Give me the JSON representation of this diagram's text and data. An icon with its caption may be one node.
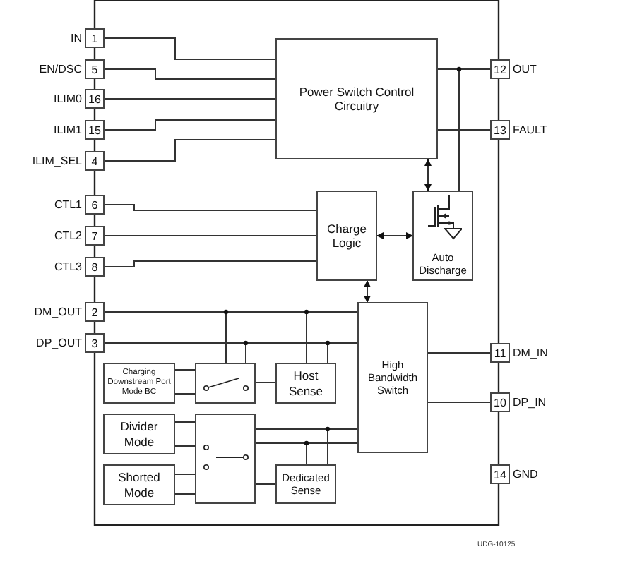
{
  "diagram": {
    "nodes": [
      {
        "text": [
          "1"
        ],
        "beside": [
          "IN"
        ]
      },
      {
        "text": [
          "5"
        ],
        "beside": [
          "EN/DSC"
        ]
      },
      {
        "text": [
          "16"
        ],
        "beside": [
          "ILIM0"
        ]
      },
      {
        "text": [
          "15"
        ],
        "beside": [
          "ILIM1"
        ]
      },
      {
        "text": [
          "4"
        ],
        "beside": [
          "ILIM_SEL"
        ]
      },
      {
        "text": [
          "Power Switch Control Circuitry"
        ]
      },
      {
        "text": [
          "12"
        ],
        "beside": [
          "OUT"
        ]
      },
      {
        "text": [
          "13"
        ],
        "beside": [
          "FAULT"
        ]
      },
      {
        "text": [
          "6"
        ],
        "beside": [
          "CTL1"
        ]
      },
      {
        "text": [
          "7"
        ],
        "beside": [
          "CTL2"
        ]
      },
      {
        "text": [
          "8"
        ],
        "beside": [
          "CTL3"
        ]
      },
      {
        "text": [
          "Charge Logic"
        ]
      },
      {
        "text": [
          "Auto Discharge"
        ]
      },
      {
        "text": [
          "2"
        ],
        "beside": [
          "DM_OUT"
        ]
      },
      {
        "text": [
          "3"
        ],
        "beside": [
          "DP_OUT"
        ]
      },
      {
        "text": [
          "High Bandwidth Switch"
        ]
      },
      {
        "text": [
          "11"
        ],
        "beside": [
          "DM_IN"
        ]
      },
      {
        "text": [
          "10"
        ],
        "beside": [
          "DP_IN"
        ]
      },
      {
        "text": [
          "Charging Downstream Port Mode BC"
        ]
      },
      {
        "text": [],
        "shape": "box"
      },
      {
        "text": [
          "Host Sense"
        ]
      },
      {
        "text": [
          "Divider Mode"
        ]
      },
      {
        "text": [],
        "shape": "box"
      },
      {
        "text": [
          "Shorted Mode"
        ]
      },
      {
        "text": [
          "Dedicated Sense"
        ]
      },
      {
        "text": [
          "14"
        ],
        "beside": [
          "GND"
        ]
      }
    ],
    "edges": [
      {
        "from": 0,
        "to": 5,
        "arrow": "none"
      },
      {
        "from": 1,
        "to": 5,
        "arrow": "none"
      },
      {
        "from": 2,
        "to": 5,
        "arrow": "none"
      },
      {
        "from": 3,
        "to": 5,
        "arrow": "none"
      },
      {
        "from": 4,
        "to": 5,
        "arrow": "none"
      },
      {
        "from": 5,
        "to": 6,
        "arrow": "none"
      },
      {
        "from": 12,
        "to": 6,
        "arrow": "none"
      },
      {
        "from": 5,
        "to": 7,
        "arrow": "none"
      },
      {
        "from": 5,
        "to": 12,
        "arrow": "both"
      },
      {
        "from": 8,
        "to": 11,
        "arrow": "none"
      },
      {
        "from": 9,
        "to": 11,
        "arrow": "none"
      },
      {
        "from": 10,
        "to": 11,
        "arrow": "none"
      },
      {
        "from": 11,
        "to": 12,
        "arrow": "both"
      },
      {
        "from": 11,
        "to": 15,
        "arrow": "both"
      },
      {
        "from": 13,
        "to": 15,
        "arrow": "none"
      },
      {
        "from": 14,
        "to": 15,
        "arrow": "none"
      },
      {
        "from": 13,
        "to": 19,
        "arrow": "none"
      },
      {
        "from": 14,
        "to": 19,
        "arrow": "none"
      },
      {
        "from": 13,
        "to": 20,
        "arrow": "none"
      },
      {
        "from": 14,
        "to": 20,
        "arrow": "none"
      },
      {
        "from": 15,
        "to": 16,
        "arrow": "none"
      },
      {
        "from": 15,
        "to": 17,
        "arrow": "none"
      },
      {
        "from": 18,
        "to": 19,
        "arrow": "none"
      },
      {
        "from": 18,
        "to": 19,
        "arrow": "none"
      },
      {
        "from": 19,
        "to": 20,
        "arrow": "none"
      },
      {
        "from": 21,
        "to": 22,
        "arrow": "none"
      },
      {
        "from": 21,
        "to": 22,
        "arrow": "none"
      },
      {
        "from": 23,
        "to": 22,
        "arrow": "none"
      },
      {
        "from": 23,
        "to": 22,
        "arrow": "none"
      },
      {
        "from": 22,
        "to": 15,
        "arrow": "none"
      },
      {
        "from": 22,
        "to": 15,
        "arrow": "none"
      },
      {
        "from": 22,
        "to": 24,
        "arrow": "none"
      },
      {
        "from": 22,
        "to": 24,
        "arrow": "none"
      },
      {
        "from": 22,
        "to": 24,
        "arrow": "none"
      }
    ],
    "labels": [
      "UDG-10125"
    ]
  }
}
